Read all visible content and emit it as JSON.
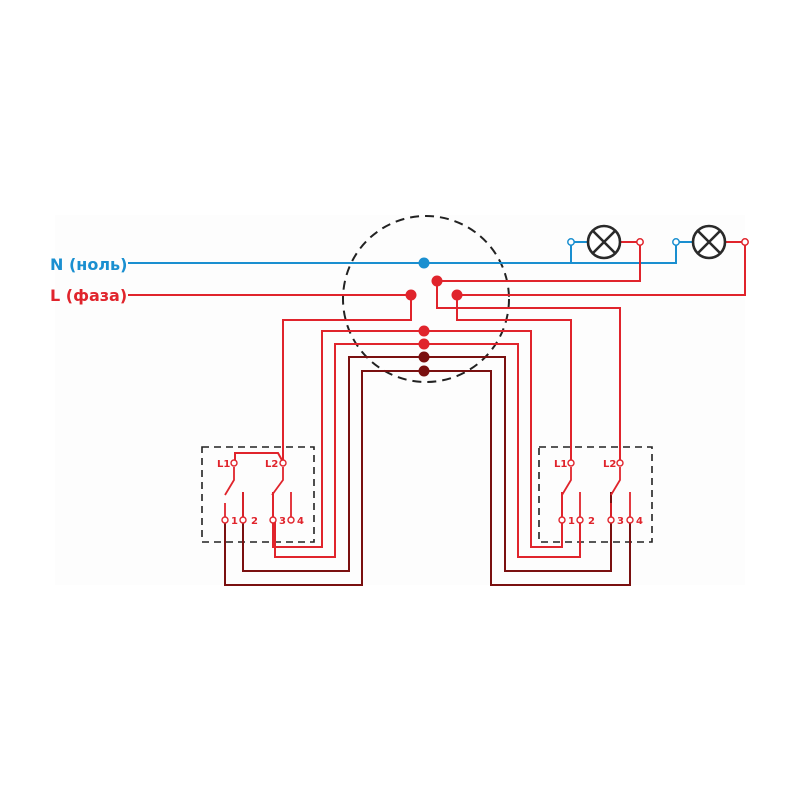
{
  "labels": {
    "neutral": "N (ноль)",
    "phase": "L (фаза)"
  },
  "switches": {
    "left": {
      "l1": "L1",
      "l2": "L2",
      "t1": "1",
      "t2": "2",
      "t3": "3",
      "t4": "4"
    },
    "right": {
      "l1": "L1",
      "l2": "L2",
      "t1": "1",
      "t2": "2",
      "t3": "3",
      "t4": "4"
    }
  },
  "colors": {
    "neutral": "#1a8fd0",
    "phase": "#e0242c",
    "dark_red": "#7a1010",
    "lamp": "#2a2a2a",
    "box": "#222222",
    "background": "#ffffff"
  }
}
